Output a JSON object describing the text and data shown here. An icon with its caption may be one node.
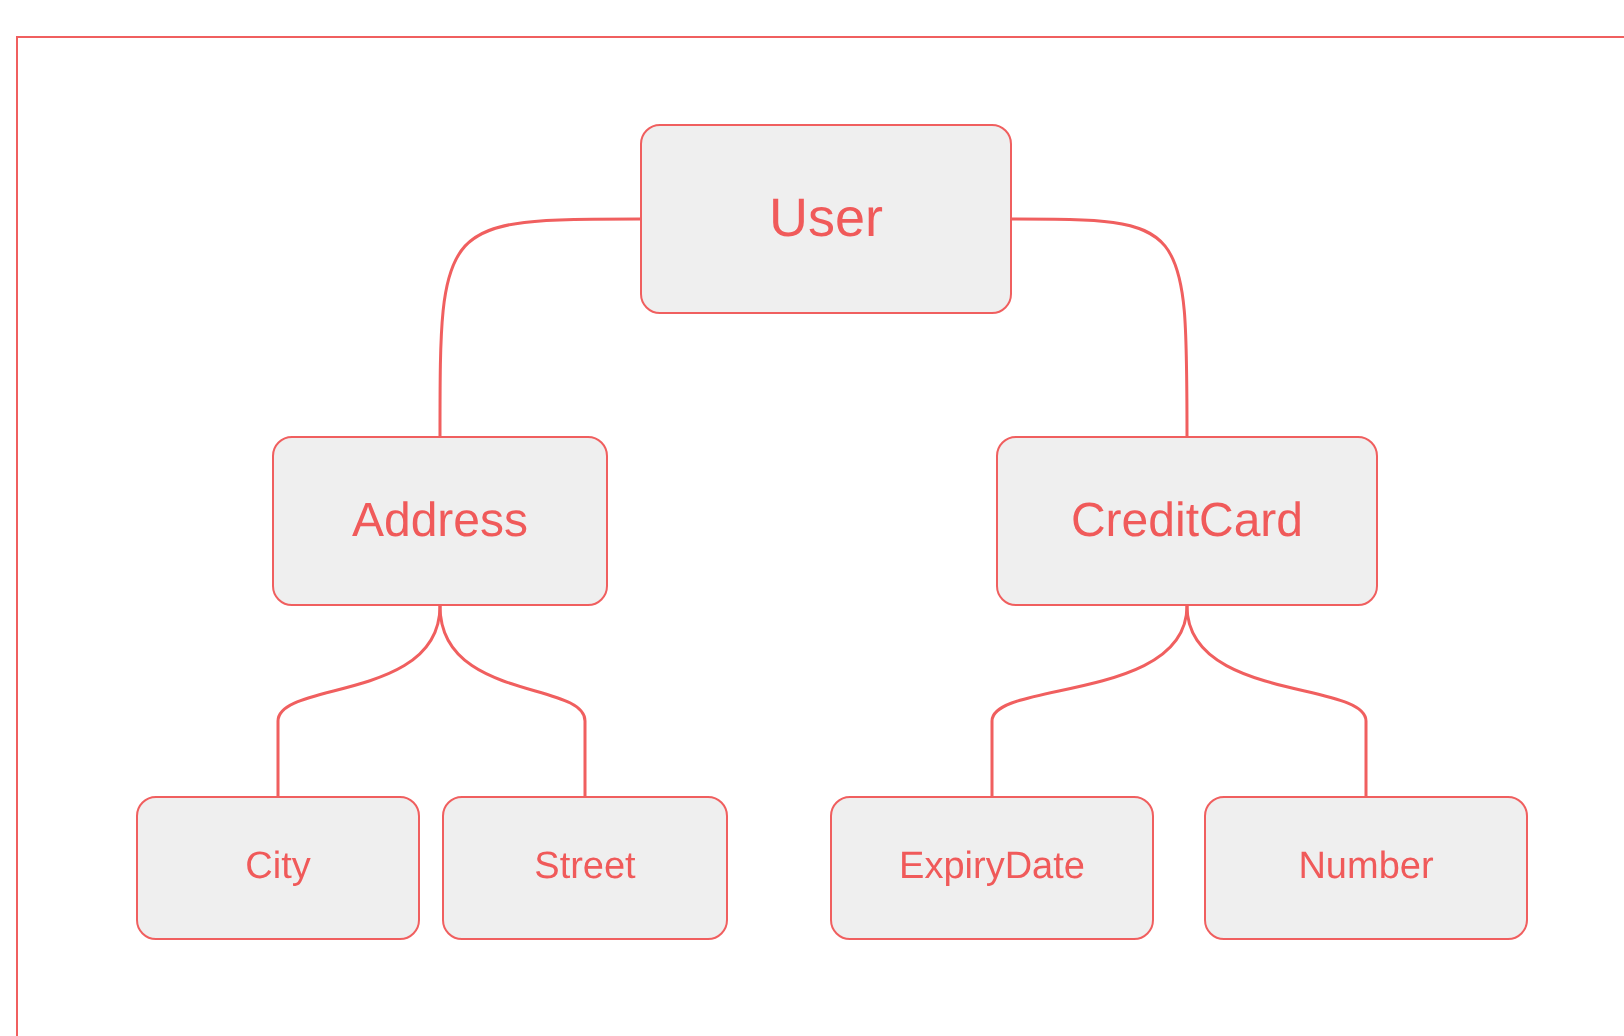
{
  "diagram": {
    "nodes": [
      {
        "text": [
          "User"
        ]
      },
      {
        "text": [
          "Address"
        ]
      },
      {
        "text": [
          "CreditCard"
        ]
      },
      {
        "text": [
          "City"
        ]
      },
      {
        "text": [
          "Street"
        ]
      },
      {
        "text": [
          "ExpiryDate"
        ]
      },
      {
        "text": [
          "Number"
        ]
      }
    ],
    "edges": [
      {
        "from": 0,
        "to": 1,
        "arrow": "none"
      },
      {
        "from": 0,
        "to": 2,
        "arrow": "none"
      },
      {
        "from": 1,
        "to": 3,
        "arrow": "none"
      },
      {
        "from": 1,
        "to": 4,
        "arrow": "none"
      },
      {
        "from": 2,
        "to": 5,
        "arrow": "none"
      },
      {
        "from": 2,
        "to": 6,
        "arrow": "none"
      }
    ]
  }
}
